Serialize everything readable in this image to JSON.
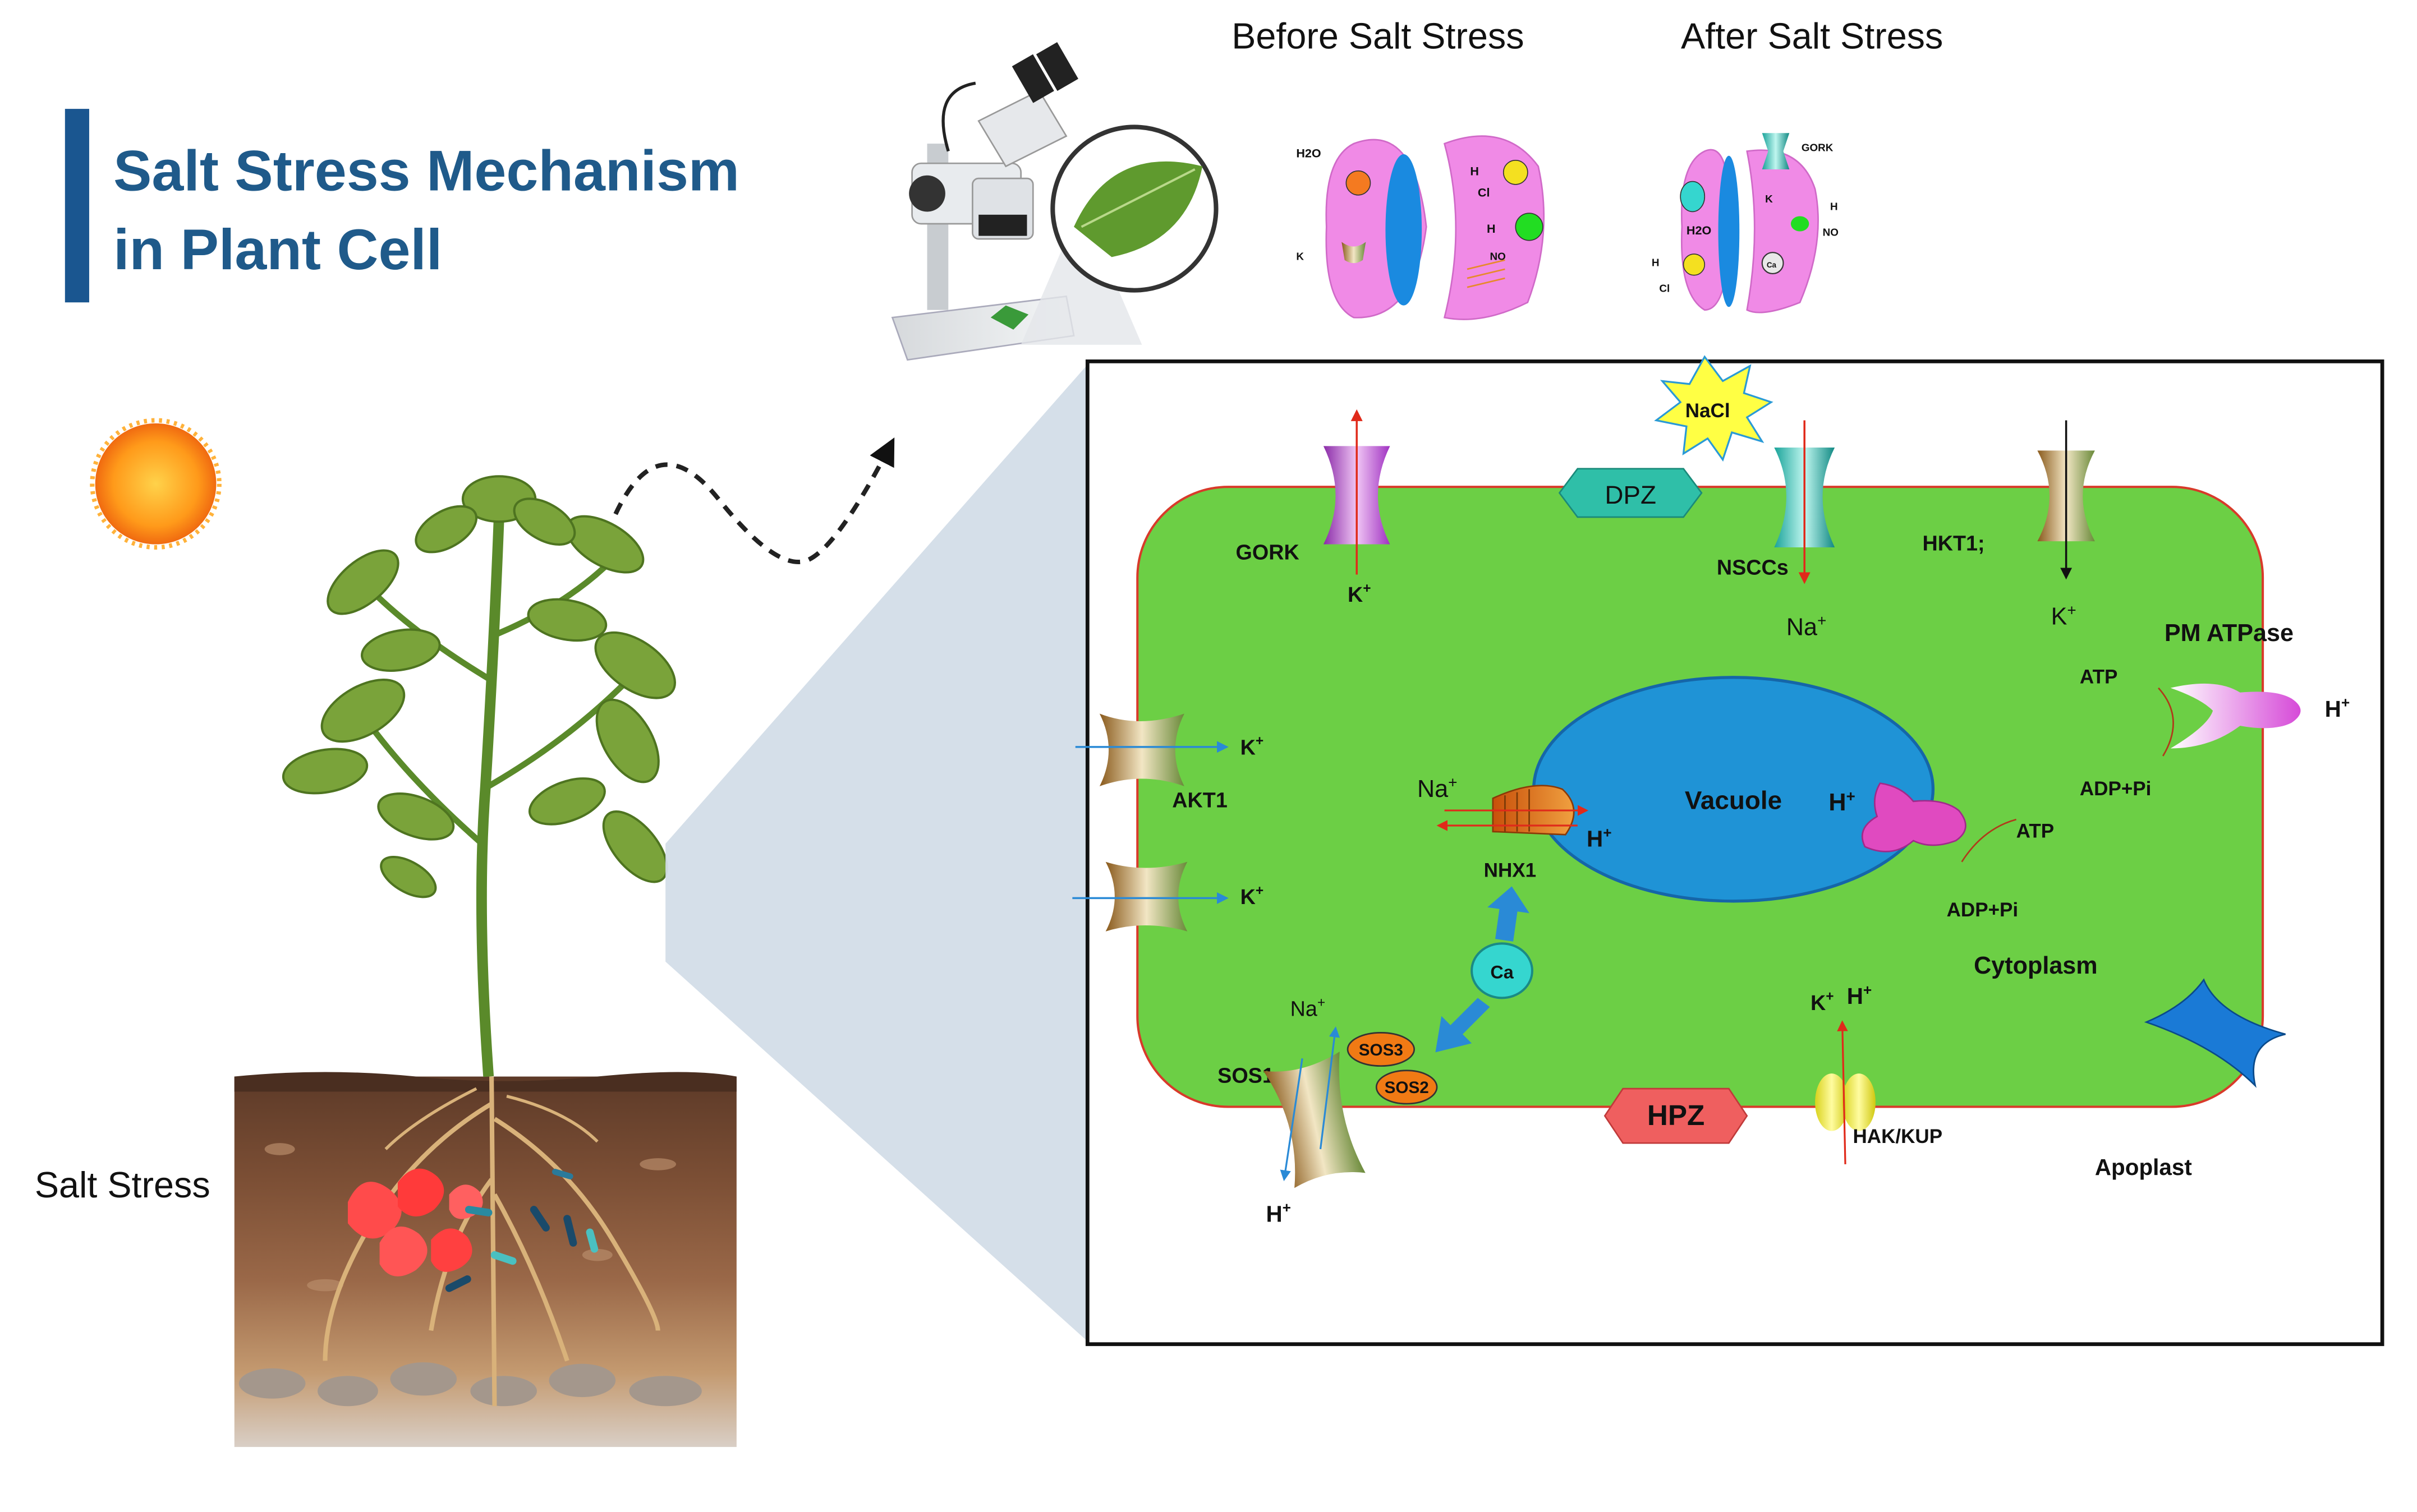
{
  "title": {
    "line1": "Salt Stress Mechanism",
    "line2": "in Plant Cell"
  },
  "soil_label": "Salt Stress",
  "stomata": {
    "before_title": "Before Salt Stress",
    "after_title": "After Salt Stress",
    "before_labels": {
      "h2o": "H2O",
      "h": "H",
      "cl": "Cl",
      "h2": "H",
      "no3": "NO",
      "k": "K"
    },
    "after_labels": {
      "gork": "GORK",
      "k": "K",
      "h": "H",
      "no3": "NO",
      "h2o": "H2O",
      "h2": "H",
      "cl": "Cl",
      "ca": "Ca"
    }
  },
  "cell": {
    "nacl": "NaCl",
    "dpz": "DPZ",
    "hpz": "HPZ",
    "gork": "GORK",
    "gork_k": "K",
    "nsccs": "NSCCs",
    "na_top": "Na",
    "hkt1": "HKT1;",
    "hkt1_k": "K",
    "pm_atpase": "PM ATPase",
    "atp_top": "ATP",
    "h_right": "H",
    "adp_top": "ADP+Pi",
    "akt1": "AKT1",
    "k_akt1": "K",
    "k_lower": "K",
    "na_nhx": "Na",
    "h_nhx": "H",
    "nhx1": "NHX1",
    "vacuole": "Vacuole",
    "h_vac": "H",
    "atp_vac": "ATP",
    "adp_vac": "ADP+Pi",
    "ca": "Ca",
    "cytoplasm": "Cytoplasm",
    "na_sos": "Na",
    "sos1": "SOS1",
    "sos3": "SOS3",
    "sos2": "SOS2",
    "h_sos": "H",
    "k_hak": "K",
    "h_hak": "H",
    "hak": "HAK/KUP",
    "apoplast": "Apoplast"
  },
  "colors": {
    "title": "#1f5a8a",
    "title_bar": "#1a5690",
    "cytoplasm": "#6ccf45",
    "cell_border": "#d83a2a",
    "vacuole": "#1f93d6",
    "vacuole_border": "#1566a8",
    "zoom_wedge": "#d3dde8",
    "dpz": "#2fbfa8",
    "hpz": "#ef5f5f",
    "ca": "#35d6cf",
    "sos": "#f07a14",
    "nacl_burst": "#ffff44",
    "stomata_guard": "#f08ae6",
    "stomata_pore": "#1a8ae0",
    "soil_top": "#6b4432",
    "soil_mid": "#8e5d40",
    "soil_low": "#b68b62"
  }
}
